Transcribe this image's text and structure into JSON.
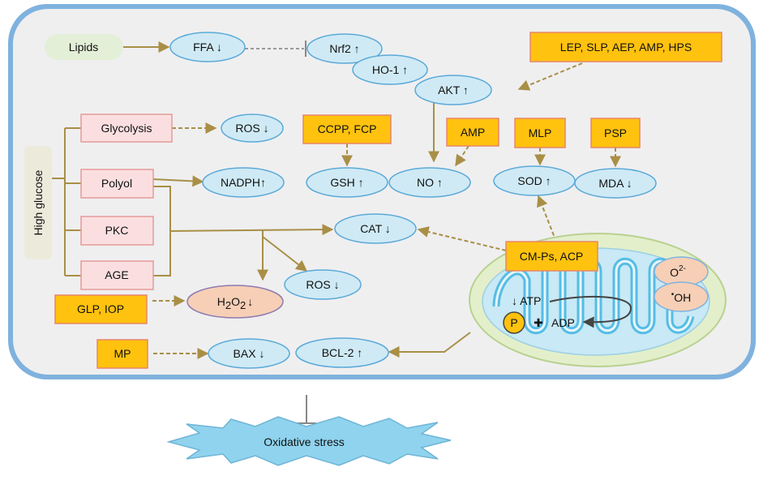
{
  "nodes": {
    "lipids": "Lipids",
    "ffa": "FFA ↓",
    "nrf2": "Nrf2 ↑",
    "ho1": "HO-1 ↑",
    "akt": "AKT ↑",
    "lep_group": "LEP, SLP, AEP, AMP, HPS",
    "glycolysis": "Glycolysis",
    "ros_top": "ROS ↓",
    "ccpp_fcp": "CCPP, FCP",
    "amp": "AMP",
    "mlp": "MLP",
    "psp": "PSP",
    "high_glucose": "High glucose",
    "polyol": "Polyol",
    "nadph": "NADPH↑",
    "gsh": "GSH ↑",
    "no": "NO ↑",
    "sod": "SOD ↑",
    "mda": "MDA ↓",
    "pkc": "PKC",
    "cat": "CAT ↓",
    "cmps_acp": "CM-Ps, ACP",
    "age": "AGE",
    "ros_mid": "ROS ↓",
    "glp_iop": "GLP, IOP",
    "h2o2_main": "H",
    "h2o2_sub": "2",
    "h2o2_o": "O",
    "h2o2_tail": "↓",
    "o2_main": "O",
    "o2_sup": "2-",
    "oh_dot": "•",
    "oh_main": "OH",
    "atp": "↓ ATP",
    "p": "P",
    "adp": "ADP",
    "mp": "MP",
    "bax": "BAX ↓",
    "bcl2": "BCL-2 ↑",
    "oxidative_stress": "Oxidative stress"
  },
  "colors": {
    "cell_fill": "#efeff0",
    "cell_border": "#7fb2de",
    "node_fill": "#cfeaf5",
    "node_stroke": "#5ba9d8",
    "drug_fill": "#ffc20e",
    "drug_stroke": "#e8866a",
    "pathway_fill": "#fbdfe0",
    "pathway_stroke": "#e59a9a",
    "lipid_fill": "#e3efd7",
    "hg_fill": "#ecebdb",
    "arrow": "#a98f46",
    "h2o2_fill": "#f6cfb6",
    "mito_outer": "#e3efcb",
    "mito_inner": "#55bde5",
    "star_fill": "#8fd3ee"
  }
}
